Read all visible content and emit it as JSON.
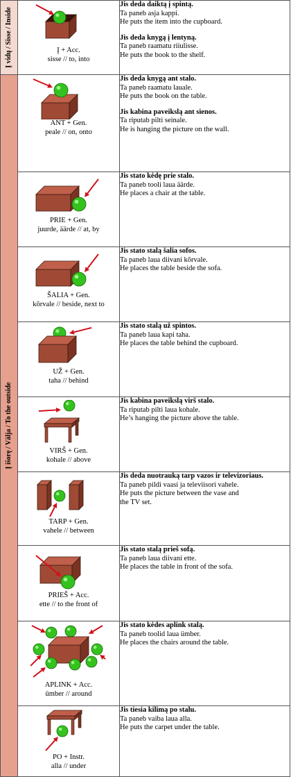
{
  "sections": {
    "inside": "Į vidų / Sisse / Inside",
    "outside": "Į išorę / Välja / To the outside"
  },
  "rows": [
    {
      "icon": "box-inside-icon",
      "caption": [
        "Į + Acc.",
        "sisse // to, into"
      ],
      "examples": [
        {
          "lt": "Jis deda daiktą į spintą.",
          "et": "Ta paneb asja kappi.",
          "en": [
            "He puts the item into the cupboard."
          ]
        },
        {
          "lt": "Jis deda knygą į lentyną.",
          "et": "Ta paneb raamatu riiulisse.",
          "en": [
            "He puts the book to the shelf."
          ]
        }
      ]
    },
    {
      "icon": "ball-on-box-icon",
      "caption": [
        "ANT + Gen.",
        "peale // on, onto"
      ],
      "examples": [
        {
          "lt": "Jis deda knygą ant stalo.",
          "et": "Ta paneb raamatu lauale.",
          "en": [
            "He puts the book on the table."
          ]
        },
        {
          "lt": "Jis kabina paveikslą ant sienos.",
          "et": "Ta riputab pilti seinale.",
          "en": [
            "He is hanging the picture on the wall."
          ]
        }
      ]
    },
    {
      "icon": "ball-at-box-icon",
      "caption": [
        "PRIE + Gen.",
        "juurde, äärde // at, by"
      ],
      "examples": [
        {
          "lt": "Jis stato kėdę prie stalo.",
          "et": "Ta paneb tooli laua äärde.",
          "en": [
            "He places a chair at the table."
          ]
        }
      ]
    },
    {
      "icon": "ball-beside-box-icon",
      "caption": [
        "ŠALIA + Gen.",
        "kõrvale // beside, next to"
      ],
      "examples": [
        {
          "lt": "Jis stato stalą šalia sofos.",
          "et": "Ta paneb laua diivani kõrvale.",
          "en": [
            "He places the table beside the sofa."
          ]
        }
      ]
    },
    {
      "icon": "ball-behind-box-icon",
      "caption": [
        "UŽ + Gen.",
        "taha // behind"
      ],
      "examples": [
        {
          "lt": "Jis stato stalą už spintos.",
          "et": "Ta paneb laua kapi taha.",
          "en": [
            "He places the table behind the cupboard."
          ]
        }
      ]
    },
    {
      "icon": "ball-above-table-icon",
      "caption": [
        "VIRŠ + Gen.",
        "kohale // above"
      ],
      "examples": [
        {
          "lt": "Jis kabina paveikslą virš stalo.",
          "et": "Ta riputab pilti laua kohale.",
          "en": [
            "He’s hanging the picture above the table."
          ]
        }
      ]
    },
    {
      "icon": "ball-between-blocks-icon",
      "caption": [
        "TARP + Gen.",
        "vahele // between"
      ],
      "examples": [
        {
          "lt": "Jis deda nuotrauką tarp vazos ir televizoriaus.",
          "et": "Ta paneb pildi vaasi ja televiisori vahele.",
          "en": [
            "He puts the picture between the vase and",
            "the TV set."
          ]
        }
      ]
    },
    {
      "icon": "ball-front-box-icon",
      "caption": [
        "PRIEŠ + Acc.",
        "ette // to the front of"
      ],
      "examples": [
        {
          "lt": "Jis stato stalą prieš sofą.",
          "et": "Ta paneb laua diivani ette.",
          "en": [
            "He places the table in front of the sofa."
          ]
        }
      ]
    },
    {
      "icon": "balls-around-box-icon",
      "caption": [
        "APLINK + Acc.",
        "ümber // around"
      ],
      "examples": [
        {
          "lt": "Jis stato kėdes aplink stalą.",
          "et": "Ta paneb toolid laua ümber.",
          "en": [
            "He places the chairs around the table."
          ]
        }
      ]
    },
    {
      "icon": "ball-under-table-icon",
      "caption": [
        "PO + Instr.",
        "alla // under"
      ],
      "examples": [
        {
          "lt": "Jis tiesia kilimą po stalu.",
          "et": "Ta paneb vaiba laua alla.",
          "en": [
            "He puts the carpet under the table."
          ]
        }
      ]
    }
  ]
}
